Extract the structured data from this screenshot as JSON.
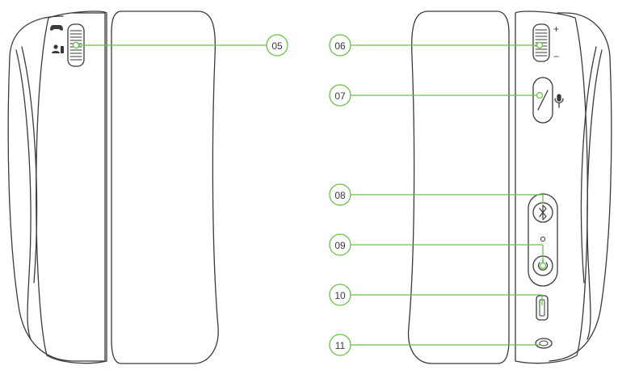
{
  "colors": {
    "callout": "#6abf4b",
    "outline": "#3a3a3a",
    "background": "#ffffff"
  },
  "callouts": [
    {
      "number": "05"
    },
    {
      "number": "06"
    },
    {
      "number": "07"
    },
    {
      "number": "08"
    },
    {
      "number": "09"
    },
    {
      "number": "10"
    },
    {
      "number": "11"
    }
  ],
  "icons": {
    "left_earcup": [
      "game-controller-icon",
      "chat-person-icon"
    ],
    "right_earcup": [
      "plus-icon",
      "minus-icon",
      "microphone-icon",
      "bluetooth-icon",
      "power-icon",
      "usb-port-icon",
      "audio-jack-icon"
    ]
  },
  "symbols": {
    "volume_up": "+",
    "volume_down": "−"
  }
}
